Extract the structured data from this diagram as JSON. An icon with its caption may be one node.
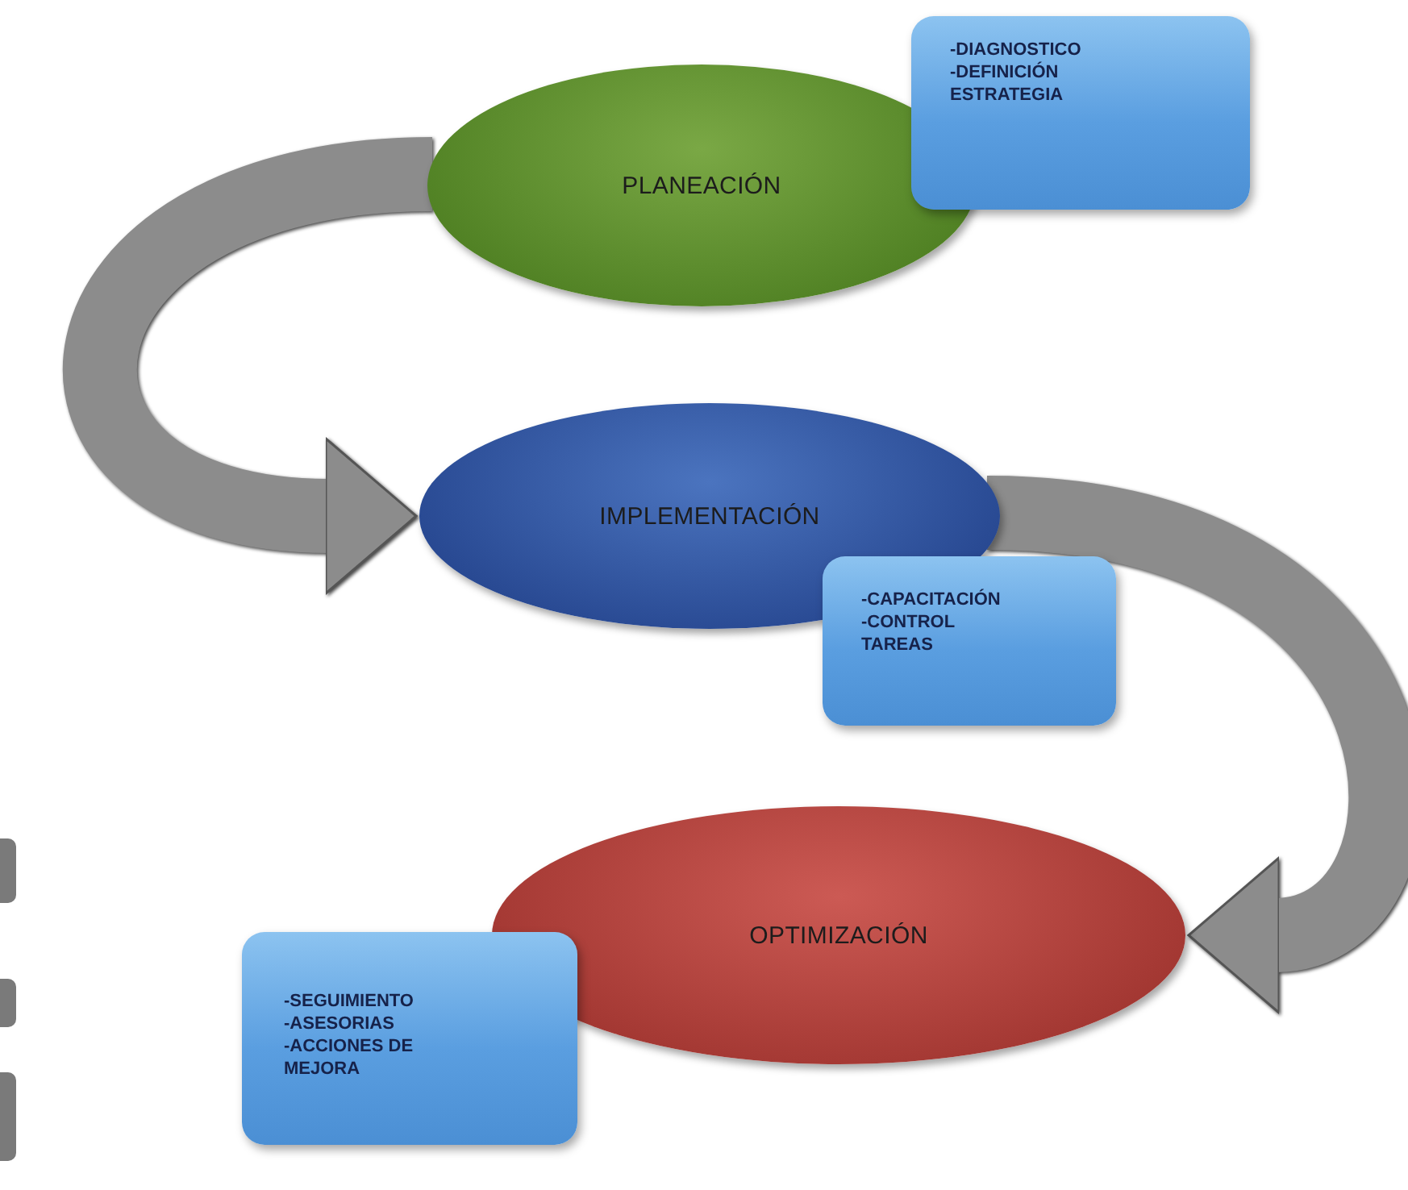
{
  "diagram": {
    "nodes": [
      {
        "text": [
          "PLANEACIÓN"
        ]
      },
      {
        "text": [
          "-DIAGNOSTICO",
          "-DEFINICIÓN ESTRATEGIA"
        ]
      },
      {
        "text": [
          "IMPLEMENTACIÓN"
        ]
      },
      {
        "text": [
          "-CAPACITACIÓN",
          "-CONTROL TAREAS"
        ]
      },
      {
        "text": [
          "OPTIMIZACIÓN"
        ]
      },
      {
        "text": [
          "-SEGUIMIENTO",
          "-ASESORIAS",
          "-ACCIONES DE MEJORA"
        ]
      }
    ],
    "edges": [
      {
        "from": 0,
        "to": 2,
        "arrow": "to"
      },
      {
        "from": 2,
        "to": 4,
        "arrow": "to"
      }
    ]
  }
}
